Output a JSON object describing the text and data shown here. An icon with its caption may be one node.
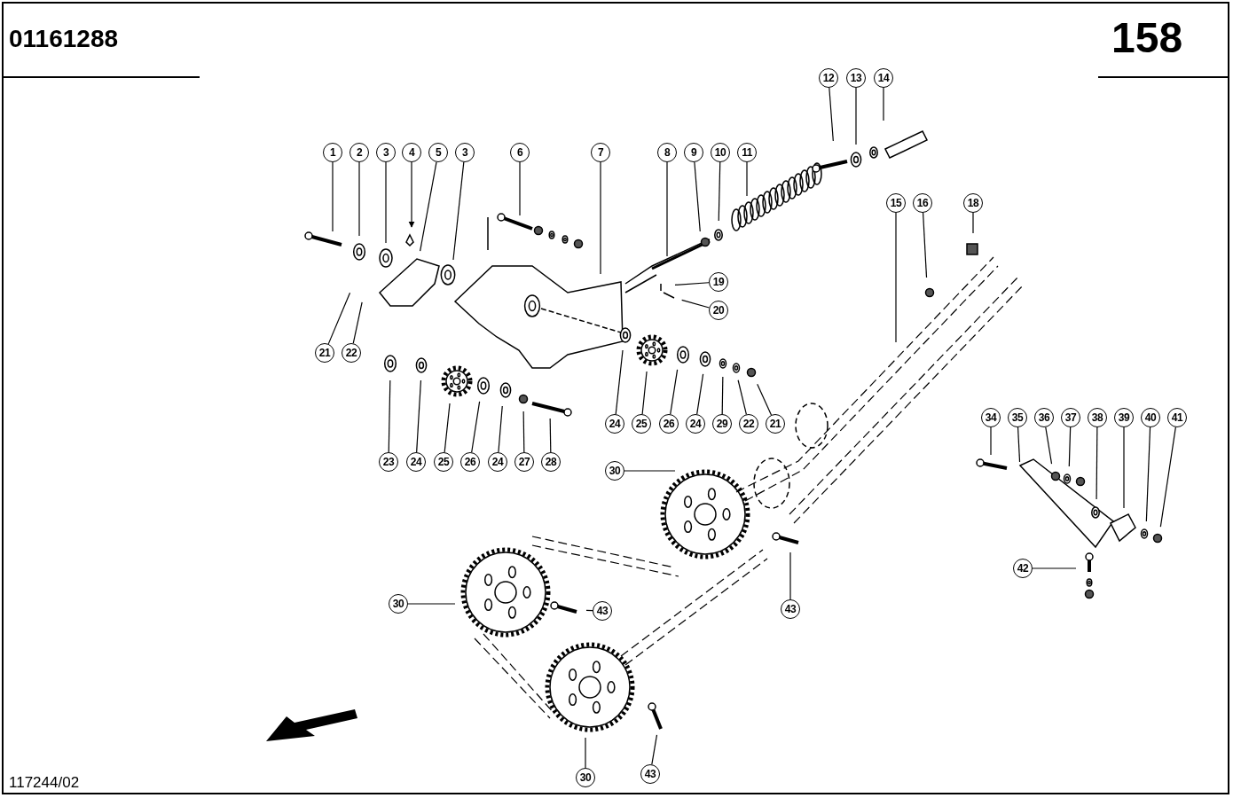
{
  "diagram": {
    "nodes": [
      {
        "text": [
          "1"
        ]
      },
      {
        "text": [
          "2"
        ]
      },
      {
        "text": [
          "3"
        ]
      },
      {
        "text": [
          "4"
        ]
      },
      {
        "text": [
          "5"
        ]
      },
      {
        "text": [
          "3"
        ]
      },
      {
        "text": [
          "6"
        ]
      },
      {
        "text": [
          "7"
        ]
      },
      {
        "text": [
          "8"
        ]
      },
      {
        "text": [
          "9"
        ]
      },
      {
        "text": [
          "10"
        ]
      },
      {
        "text": [
          "11"
        ]
      },
      {
        "text": [
          "12"
        ]
      },
      {
        "text": [
          "13"
        ]
      },
      {
        "text": [
          "14"
        ]
      },
      {
        "text": [
          "15"
        ]
      },
      {
        "text": [
          "16"
        ]
      },
      {
        "text": [
          "18"
        ]
      },
      {
        "text": [
          "19"
        ]
      },
      {
        "text": [
          "20"
        ]
      },
      {
        "text": [
          "21"
        ]
      },
      {
        "text": [
          "22"
        ]
      },
      {
        "text": [
          "23"
        ]
      },
      {
        "text": [
          "24"
        ]
      },
      {
        "text": [
          "25"
        ]
      },
      {
        "text": [
          "26"
        ]
      },
      {
        "text": [
          "24"
        ]
      },
      {
        "text": [
          "27"
        ]
      },
      {
        "text": [
          "28"
        ]
      },
      {
        "text": [
          "24"
        ]
      },
      {
        "text": [
          "25"
        ]
      },
      {
        "text": [
          "26"
        ]
      },
      {
        "text": [
          "24"
        ]
      },
      {
        "text": [
          "29"
        ]
      },
      {
        "text": [
          "22"
        ]
      },
      {
        "text": [
          "21"
        ]
      },
      {
        "text": [
          "30"
        ]
      },
      {
        "text": [
          "30"
        ]
      },
      {
        "text": [
          "30"
        ]
      },
      {
        "text": [
          "43"
        ]
      },
      {
        "text": [
          "43"
        ]
      },
      {
        "text": [
          "43"
        ]
      },
      {
        "text": [
          "34"
        ]
      },
      {
        "text": [
          "35"
        ]
      },
      {
        "text": [
          "36"
        ]
      },
      {
        "text": [
          "37"
        ]
      },
      {
        "text": [
          "38"
        ]
      },
      {
        "text": [
          "39"
        ]
      },
      {
        "text": [
          "40"
        ]
      },
      {
        "text": [
          "41"
        ]
      },
      {
        "text": [
          "42"
        ]
      }
    ],
    "edges": [
      {
        "from": 0,
        "to": null,
        "arrow": "none"
      },
      {
        "from": 1,
        "to": null,
        "arrow": "none"
      },
      {
        "from": 2,
        "to": null,
        "arrow": "none"
      },
      {
        "from": 3,
        "to": null,
        "arrow": "to"
      },
      {
        "from": 4,
        "to": null,
        "arrow": "none"
      },
      {
        "from": 5,
        "to": null,
        "arrow": "none"
      },
      {
        "from": 6,
        "to": null,
        "arrow": "none"
      },
      {
        "from": 7,
        "to": null,
        "arrow": "none"
      },
      {
        "from": 8,
        "to": null,
        "arrow": "none"
      },
      {
        "from": 9,
        "to": null,
        "arrow": "none"
      },
      {
        "from": 10,
        "to": null,
        "arrow": "none"
      },
      {
        "from": 11,
        "to": null,
        "arrow": "none"
      },
      {
        "from": 12,
        "to": null,
        "arrow": "none"
      },
      {
        "from": 13,
        "to": null,
        "arrow": "none"
      },
      {
        "from": 14,
        "to": null,
        "arrow": "none"
      },
      {
        "from": 15,
        "to": null,
        "arrow": "none"
      },
      {
        "from": 16,
        "to": null,
        "arrow": "none"
      },
      {
        "from": 17,
        "to": null,
        "arrow": "none"
      },
      {
        "from": 18,
        "to": null,
        "arrow": "none"
      },
      {
        "from": 19,
        "to": null,
        "arrow": "none"
      },
      {
        "from": 20,
        "to": null,
        "arrow": "none"
      },
      {
        "from": 21,
        "to": null,
        "arrow": "none"
      },
      {
        "from": 22,
        "to": null,
        "arrow": "none"
      },
      {
        "from": 23,
        "to": null,
        "arrow": "none"
      },
      {
        "from": 24,
        "to": null,
        "arrow": "none"
      },
      {
        "from": 25,
        "to": null,
        "arrow": "none"
      },
      {
        "from": 26,
        "to": null,
        "arrow": "none"
      },
      {
        "from": 27,
        "to": null,
        "arrow": "none"
      },
      {
        "from": 28,
        "to": null,
        "arrow": "none"
      },
      {
        "from": 29,
        "to": null,
        "arrow": "none"
      },
      {
        "from": 30,
        "to": null,
        "arrow": "none"
      },
      {
        "from": 31,
        "to": null,
        "arrow": "none"
      },
      {
        "from": 32,
        "to": null,
        "arrow": "none"
      },
      {
        "from": 33,
        "to": null,
        "arrow": "none"
      },
      {
        "from": 34,
        "to": null,
        "arrow": "none"
      },
      {
        "from": 35,
        "to": null,
        "arrow": "none"
      },
      {
        "from": 36,
        "to": null,
        "arrow": "none"
      },
      {
        "from": 37,
        "to": null,
        "arrow": "none"
      },
      {
        "from": 38,
        "to": null,
        "arrow": "none"
      },
      {
        "from": 39,
        "to": null,
        "arrow": "none"
      },
      {
        "from": 40,
        "to": null,
        "arrow": "none"
      },
      {
        "from": 41,
        "to": null,
        "arrow": "none"
      },
      {
        "from": 42,
        "to": null,
        "arrow": "none"
      },
      {
        "from": 43,
        "to": null,
        "arrow": "none"
      },
      {
        "from": 44,
        "to": null,
        "arrow": "none"
      },
      {
        "from": 45,
        "to": null,
        "arrow": "none"
      },
      {
        "from": 46,
        "to": null,
        "arrow": "none"
      },
      {
        "from": 47,
        "to": null,
        "arrow": "none"
      },
      {
        "from": 48,
        "to": null,
        "arrow": "none"
      },
      {
        "from": 49,
        "to": null,
        "arrow": "none"
      },
      {
        "from": 50,
        "to": null,
        "arrow": "none"
      }
    ],
    "labels": [
      "01161288",
      "158",
      "117244/02"
    ]
  }
}
